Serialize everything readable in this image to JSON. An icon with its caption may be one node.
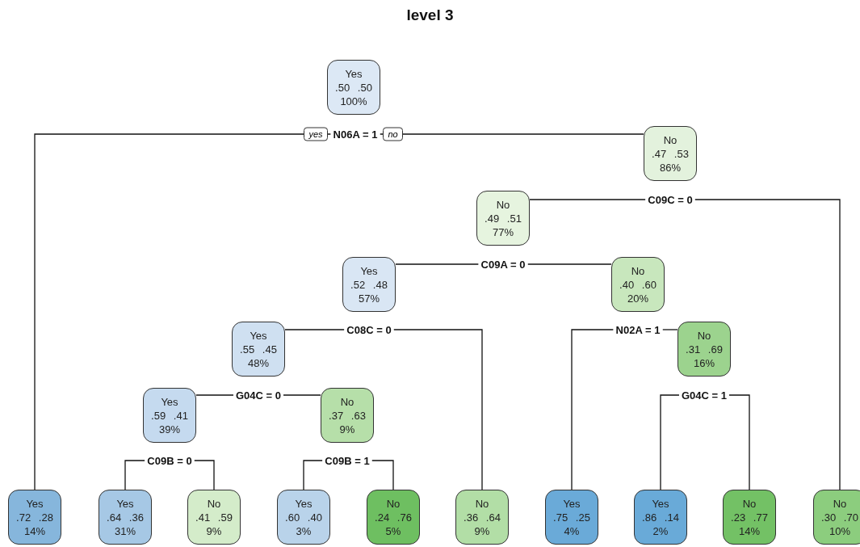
{
  "diagram": {
    "title": "level 3",
    "nodes": [
      {
        "text": [
          "Yes",
          ".50 .50",
          "100%"
        ]
      },
      {
        "text": [
          "N06A = 1"
        ]
      },
      {
        "text": [
          "No",
          ".47 .53",
          "86%"
        ]
      },
      {
        "text": [
          "C09C = 0"
        ]
      },
      {
        "text": [
          "No",
          ".49 .51",
          "77%"
        ]
      },
      {
        "text": [
          "C09A = 0"
        ]
      },
      {
        "text": [
          "Yes",
          ".52 .48",
          "57%"
        ]
      },
      {
        "text": [
          "No",
          ".40 .60",
          "20%"
        ]
      },
      {
        "text": [
          "C08C = 0"
        ]
      },
      {
        "text": [
          "Yes",
          ".55 .45",
          "48%"
        ]
      },
      {
        "text": [
          "N02A = 1"
        ]
      },
      {
        "text": [
          "No",
          ".31 .69",
          "16%"
        ]
      },
      {
        "text": [
          "G04C = 0"
        ]
      },
      {
        "text": [
          "Yes",
          ".59 .41",
          "39%"
        ]
      },
      {
        "text": [
          "No",
          ".37 .63",
          "9%"
        ]
      },
      {
        "text": [
          "G04C = 1"
        ]
      },
      {
        "text": [
          "C09B = 0"
        ]
      },
      {
        "text": [
          "C09B = 1"
        ]
      },
      {
        "text": [
          "Yes",
          ".72 .28",
          "14%"
        ]
      },
      {
        "text": [
          "Yes",
          ".64 .36",
          "31%"
        ]
      },
      {
        "text": [
          "No",
          ".41 .59",
          "9%"
        ]
      },
      {
        "text": [
          "Yes",
          ".60 .40",
          "3%"
        ]
      },
      {
        "text": [
          "No",
          ".24 .76",
          "5%"
        ]
      },
      {
        "text": [
          "No",
          ".36 .64",
          "9%"
        ]
      },
      {
        "text": [
          "Yes",
          ".75 .25",
          "4%"
        ]
      },
      {
        "text": [
          "Yes",
          ".86 .14",
          "2%"
        ]
      },
      {
        "text": [
          "No",
          ".23 .77",
          "14%"
        ]
      },
      {
        "text": [
          "No",
          ".30 .70",
          "10%"
        ]
      }
    ],
    "edges": [
      {
        "from": 1,
        "to": 18,
        "arrow": "none",
        "label": "yes"
      },
      {
        "from": 1,
        "to": 2,
        "arrow": "none",
        "label": "no"
      },
      {
        "from": 3,
        "to": 4,
        "arrow": "none"
      },
      {
        "from": 3,
        "to": 27,
        "arrow": "none"
      },
      {
        "from": 5,
        "to": 6,
        "arrow": "none"
      },
      {
        "from": 5,
        "to": 7,
        "arrow": "none"
      },
      {
        "from": 8,
        "to": 9,
        "arrow": "none"
      },
      {
        "from": 8,
        "to": 23,
        "arrow": "none"
      },
      {
        "from": 10,
        "to": 24,
        "arrow": "none"
      },
      {
        "from": 10,
        "to": 11,
        "arrow": "none"
      },
      {
        "from": 12,
        "to": 13,
        "arrow": "none"
      },
      {
        "from": 12,
        "to": 14,
        "arrow": "none"
      },
      {
        "from": 15,
        "to": 25,
        "arrow": "none"
      },
      {
        "from": 15,
        "to": 26,
        "arrow": "none"
      },
      {
        "from": 16,
        "to": 19,
        "arrow": "none"
      },
      {
        "from": 16,
        "to": 20,
        "arrow": "none"
      },
      {
        "from": 17,
        "to": 21,
        "arrow": "none"
      },
      {
        "from": 17,
        "to": 22,
        "arrow": "none"
      }
    ]
  }
}
